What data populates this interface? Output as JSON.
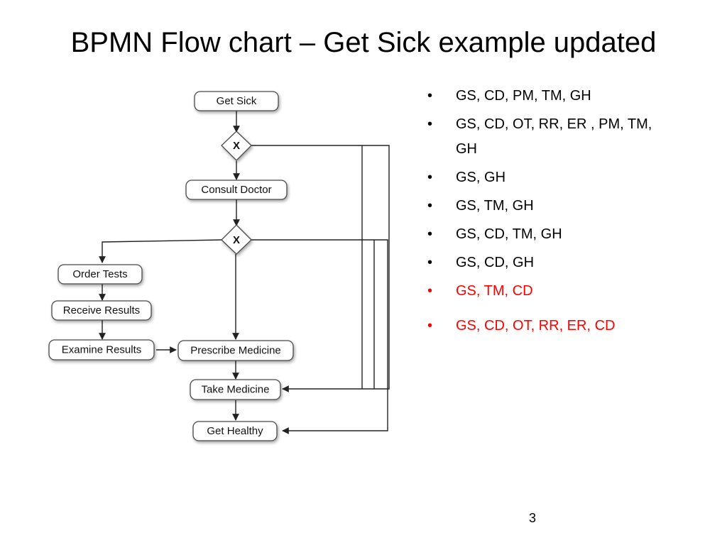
{
  "slide": {
    "title": "BPMN Flow chart – Get Sick example updated",
    "page_number": "3"
  },
  "flowchart": {
    "nodes": {
      "get_sick": "Get Sick",
      "gateway1": "X",
      "consult_doctor": "Consult Doctor",
      "gateway2": "X",
      "order_tests": "Order Tests",
      "receive_results": "Receive Results",
      "examine_results": "Examine Results",
      "prescribe_medicine": "Prescribe Medicine",
      "take_medicine": "Take Medicine",
      "get_healthy": "Get Healthy"
    }
  },
  "bullets": [
    {
      "text": "GS, CD, PM, TM, GH",
      "color": "#000000"
    },
    {
      "text": "GS, CD, OT, RR, ER  , PM, TM, GH",
      "color": "#000000"
    },
    {
      "text": "GS, GH",
      "color": "#000000"
    },
    {
      "text": "GS, TM, GH",
      "color": "#000000"
    },
    {
      "text": "GS, CD, TM, GH",
      "color": "#000000"
    },
    {
      "text": "GS, CD, GH",
      "color": "#000000"
    },
    {
      "text": "GS, TM, CD",
      "color": "#ff0000"
    },
    {
      "text": "GS, CD, OT, RR, ER, CD",
      "color": "#ff0000"
    }
  ]
}
